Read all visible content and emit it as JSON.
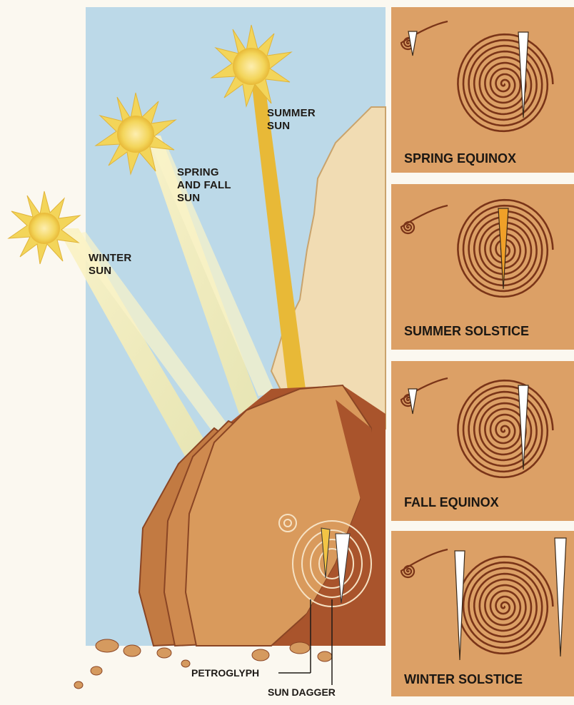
{
  "suns": {
    "winter": [
      "WINTER",
      "SUN"
    ],
    "spring_fall": [
      "SPRING",
      "AND FALL",
      "SUN"
    ],
    "summer": [
      "SUMMER",
      "SUN"
    ]
  },
  "callouts": {
    "petroglyph": "PETROGLYPH",
    "sun_dagger": "SUN DAGGER"
  },
  "panels": [
    {
      "label": "SPRING EQUINOX"
    },
    {
      "label": "SUMMER SOLSTICE"
    },
    {
      "label": "FALL EQUINOX"
    },
    {
      "label": "WINTER SOLSTICE"
    }
  ],
  "colors": {
    "sky": "#bcd9e8",
    "sun": "#f3d55a",
    "beam": "#f5e9a3",
    "summer_beam": "#e8b937",
    "rock": "#d99a5c",
    "rock_dark": "#a9542c",
    "cliff": "#f1dcb3",
    "panel": "#dca066",
    "spiral": "#7a3418",
    "dagger": "#ffffff",
    "dagger_summer": "#f0a028"
  }
}
